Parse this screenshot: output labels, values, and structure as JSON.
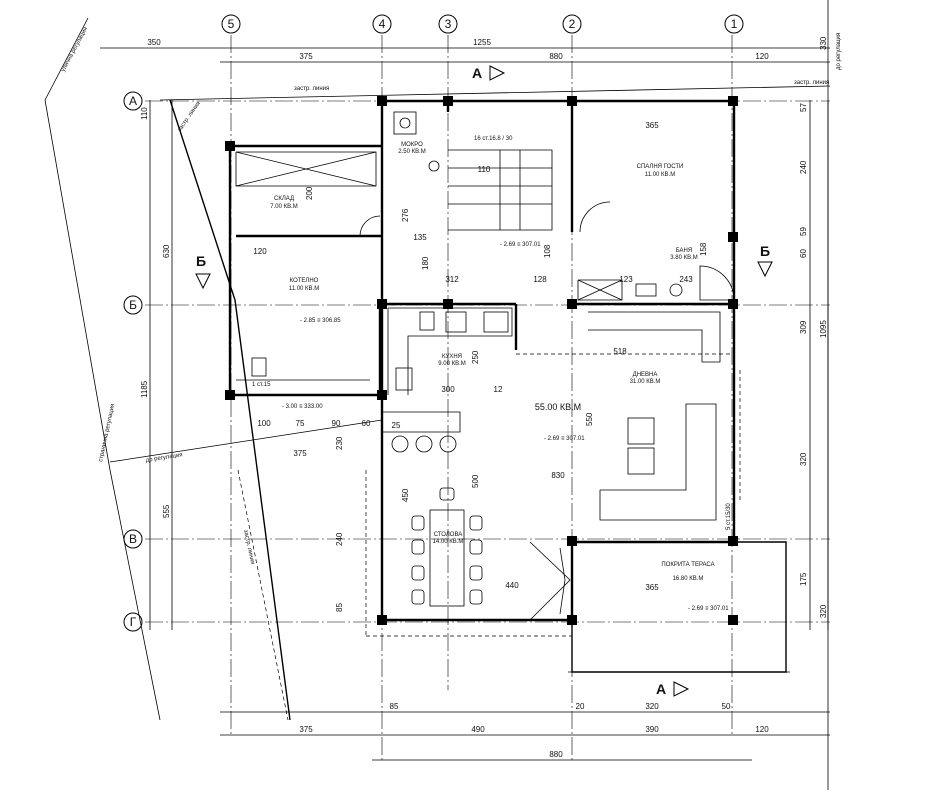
{
  "axes": {
    "columns": [
      "5",
      "4",
      "3",
      "2",
      "1"
    ],
    "rows": [
      "А",
      "Б",
      "В",
      "Г"
    ]
  },
  "sections": {
    "aa": "А",
    "bb": "Б"
  },
  "lines": {
    "building_line": "застр. линия",
    "street_regulation": "улична регулация",
    "side_regulation": "странична регулация",
    "to_regulation": "до регулация"
  },
  "rooms": {
    "sklad": {
      "name": "СКЛАД",
      "area": "7.00 КВ.М"
    },
    "kotelno": {
      "name": "КОТЕЛНО",
      "area": "11.00 КВ.М"
    },
    "mokro": {
      "name": "МОКРО",
      "area": "2.50 КВ.М"
    },
    "spalnya": {
      "name": "СПАЛНЯ ГОСТИ",
      "area": "11.00 КВ.М"
    },
    "banya": {
      "name": "БАНЯ",
      "area": "3.80 КВ.М"
    },
    "kuhnya": {
      "name": "КУХНЯ",
      "area": "9.00 КВ.М"
    },
    "dnevna": {
      "name": "ДНЕВНА",
      "area": "31.00 КВ.М"
    },
    "total": {
      "area": "55.00 КВ.М"
    },
    "stolova": {
      "name": "СТОЛОВА",
      "area": "14.00 КВ.М"
    },
    "terasa": {
      "name": "ПОКРИТА ТЕРАСА",
      "area": "16.80 КВ.М"
    }
  },
  "levels": {
    "l1": "- 2.85 ≡ 306.85",
    "l2": "- 2.69 ≡ 307.01",
    "l3": "- 3.00 ≡ 333.00",
    "l4": "- 2.69 ≡ 307.01",
    "l5": "- 2.69 ≡ 307.01"
  },
  "stair": {
    "label": "16 ст.16.8 / 30",
    "steps": "1 ст.15",
    "steps2": "5 ст.15/30"
  },
  "dims_top": {
    "d350": "350",
    "d1255": "1255",
    "d375": "375",
    "d880": "880",
    "d120": "120",
    "d330": "330"
  },
  "dims_bottom": {
    "d85": "85",
    "d490": "490",
    "d390": "390",
    "d375": "375",
    "d120": "120",
    "d880": "880",
    "d320": "320",
    "d20": "20",
    "d50": "50"
  },
  "dims_left": {
    "d110": "110",
    "d630": "630",
    "d1185": "1185",
    "d555": "555",
    "d240": "240",
    "d85": "85",
    "d230": "230",
    "d450": "450",
    "d500": "500"
  },
  "dims_right": {
    "d57": "57",
    "d240": "240",
    "d59": "59",
    "d60": "60",
    "d309": "309",
    "d1095": "1095",
    "d320": "320",
    "d175": "175",
    "d320b": "320"
  },
  "dims_inner": {
    "d200": "200",
    "d120": "120",
    "d135": "135",
    "d180": "180",
    "d312": "312",
    "d128": "128",
    "d518": "518",
    "d300": "300",
    "d250": "250",
    "d550": "550",
    "d830": "830",
    "d365": "365",
    "d440": "440",
    "d100": "100",
    "d75": "75",
    "d90": "90",
    "d60": "60",
    "d25": "25",
    "d375": "375",
    "d110": "110",
    "d276": "276",
    "d12": "12",
    "d123": "123",
    "d243": "243",
    "d108": "108",
    "d158": "158"
  }
}
